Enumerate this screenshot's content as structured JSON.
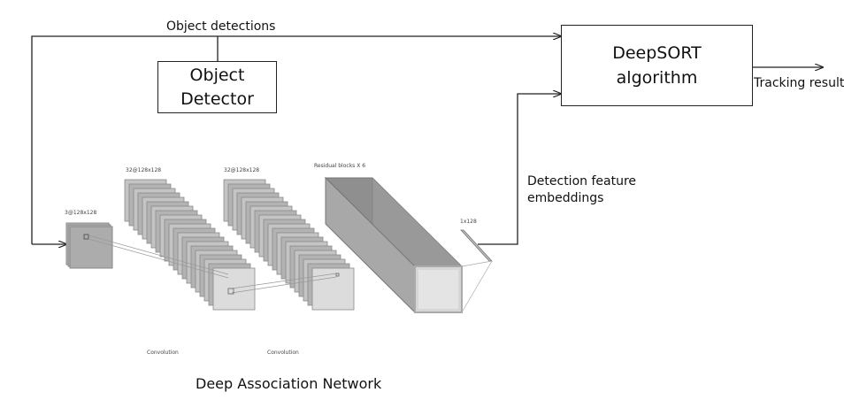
{
  "labels": {
    "object_detections": "Object detections",
    "tracking_results": "Tracking results",
    "feature_embeddings_line1": "Detection feature",
    "feature_embeddings_line2": "embeddings",
    "network_caption": "Deep Association Network"
  },
  "boxes": {
    "object_detector_line1": "Object",
    "object_detector_line2": "Detector",
    "deepsort_line1": "DeepSORT",
    "deepsort_line2": "algorithm"
  },
  "network": {
    "input_dim": "3@128x128",
    "conv1_dim": "32@128x128",
    "conv2_dim": "32@128x128",
    "residual_label": "Residual blocks X 6",
    "output_dim": "1x128",
    "conv1_op": "Convolution",
    "conv2_op": "Convolution"
  }
}
